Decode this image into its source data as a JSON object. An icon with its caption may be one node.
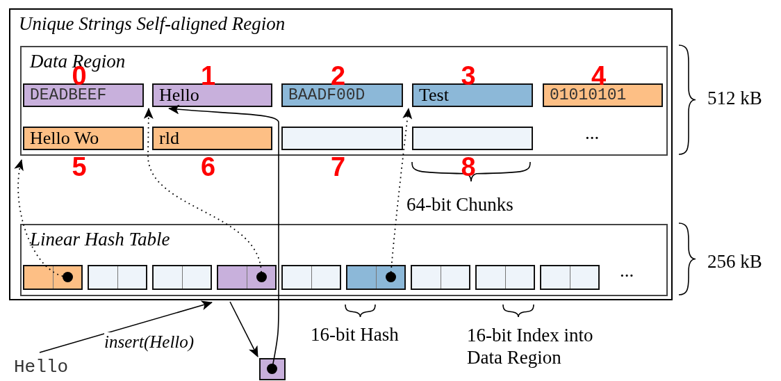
{
  "diagram": {
    "nodes": [
      {
        "text": [
          "Unique Strings Self-aligned Region"
        ]
      },
      {
        "text": [
          "Data Region"
        ],
        "in": 0
      },
      {
        "text": [
          "DEADBEEF"
        ],
        "beside": [
          "0"
        ],
        "in": 1
      },
      {
        "text": [
          "Hello"
        ],
        "beside": [
          "1"
        ],
        "in": 1
      },
      {
        "text": [
          "BAADF00D"
        ],
        "beside": [
          "2"
        ],
        "in": 1
      },
      {
        "text": [
          "Test"
        ],
        "beside": [
          "3"
        ],
        "in": 1
      },
      {
        "text": [
          "01010101"
        ],
        "beside": [
          "4"
        ],
        "in": 1
      },
      {
        "text": [
          "Hello Wo"
        ],
        "beside": [
          "5"
        ],
        "in": 1
      },
      {
        "text": [
          "rld"
        ],
        "beside": [
          "6"
        ],
        "in": 1
      },
      {
        "text": [],
        "shape": "box",
        "beside": [
          "7"
        ],
        "in": 1
      },
      {
        "text": [],
        "shape": "box",
        "beside": [
          "8"
        ],
        "in": 1
      },
      {
        "text": [
          "Linear Hash Table"
        ],
        "in": 0
      },
      {
        "text": [],
        "shape": "box",
        "in": 11
      },
      {
        "text": [],
        "shape": "box",
        "in": 11
      },
      {
        "text": [],
        "shape": "box",
        "in": 11
      },
      {
        "text": [],
        "shape": "box",
        "in": 11
      },
      {
        "text": [],
        "shape": "box",
        "in": 11
      },
      {
        "text": [],
        "shape": "box",
        "in": 11
      },
      {
        "text": [],
        "shape": "box",
        "in": 11
      },
      {
        "text": [],
        "shape": "box",
        "in": 11
      },
      {
        "text": [],
        "shape": "box",
        "in": 11
      },
      {
        "text": [
          "Hello"
        ]
      },
      {
        "text": [],
        "shape": "box"
      }
    ],
    "edges": [
      {
        "from": 21,
        "to": 0,
        "arrow": "to",
        "label": "insert(Hello)"
      },
      {
        "from": 0,
        "to": 22,
        "arrow": "to"
      },
      {
        "from": 22,
        "to": 3,
        "arrow": "to"
      },
      {
        "from": 12,
        "to": 7,
        "arrow": "to",
        "style": "dashed"
      },
      {
        "from": 15,
        "to": 3,
        "arrow": "to",
        "style": "dashed"
      },
      {
        "from": 17,
        "to": 5,
        "arrow": "to",
        "style": "dashed"
      }
    ],
    "labels": [
      "...",
      "64-bit Chunks",
      "512 kB",
      "...",
      "256 kB",
      "16-bit Hash",
      "16-bit Index into Data Region"
    ]
  }
}
